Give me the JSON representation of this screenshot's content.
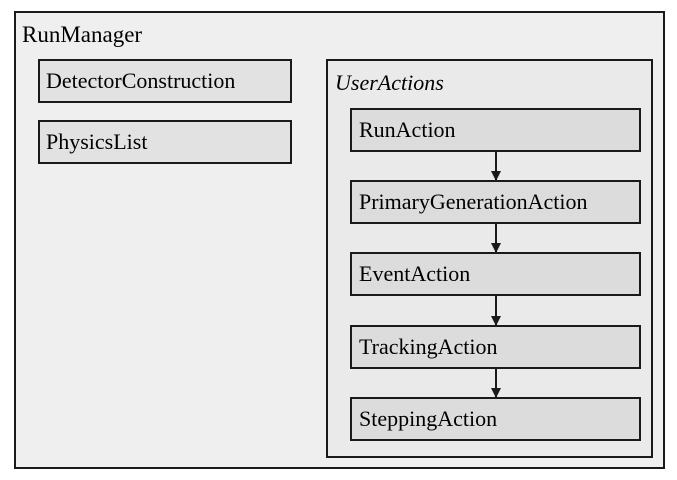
{
  "run_manager": {
    "title": "RunManager",
    "components": [
      {
        "label": "DetectorConstruction"
      },
      {
        "label": "PhysicsList"
      }
    ]
  },
  "user_actions": {
    "title": "UserActions",
    "actions": [
      {
        "label": "RunAction"
      },
      {
        "label": "PrimaryGenerationAction"
      },
      {
        "label": "EventAction"
      },
      {
        "label": "TrackingAction"
      },
      {
        "label": "SteppingAction"
      }
    ]
  },
  "colors": {
    "border": "#1a1a1a",
    "outer_fill": "#efefef",
    "box_fill": "#e2e2e2"
  }
}
